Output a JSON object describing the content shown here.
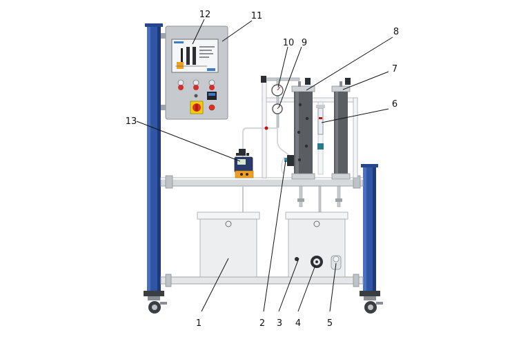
{
  "callouts": {
    "c1": "1",
    "c2": "2",
    "c3": "3",
    "c4": "4",
    "c5": "5",
    "c6": "6",
    "c7": "7",
    "c8": "8",
    "c9": "9",
    "c10": "10",
    "c11": "11",
    "c12": "12",
    "c13": "13"
  },
  "colors": {
    "frame_blue": "#2f55a4",
    "frame_blue_dark": "#1d3a7a",
    "control_panel": "#c6cacf",
    "column_dark": "#5a5d62",
    "tank_light": "#eceeef",
    "pump_orange": "#f0a020",
    "stop_red": "#e03020",
    "stop_yellow": "#f5d000"
  }
}
